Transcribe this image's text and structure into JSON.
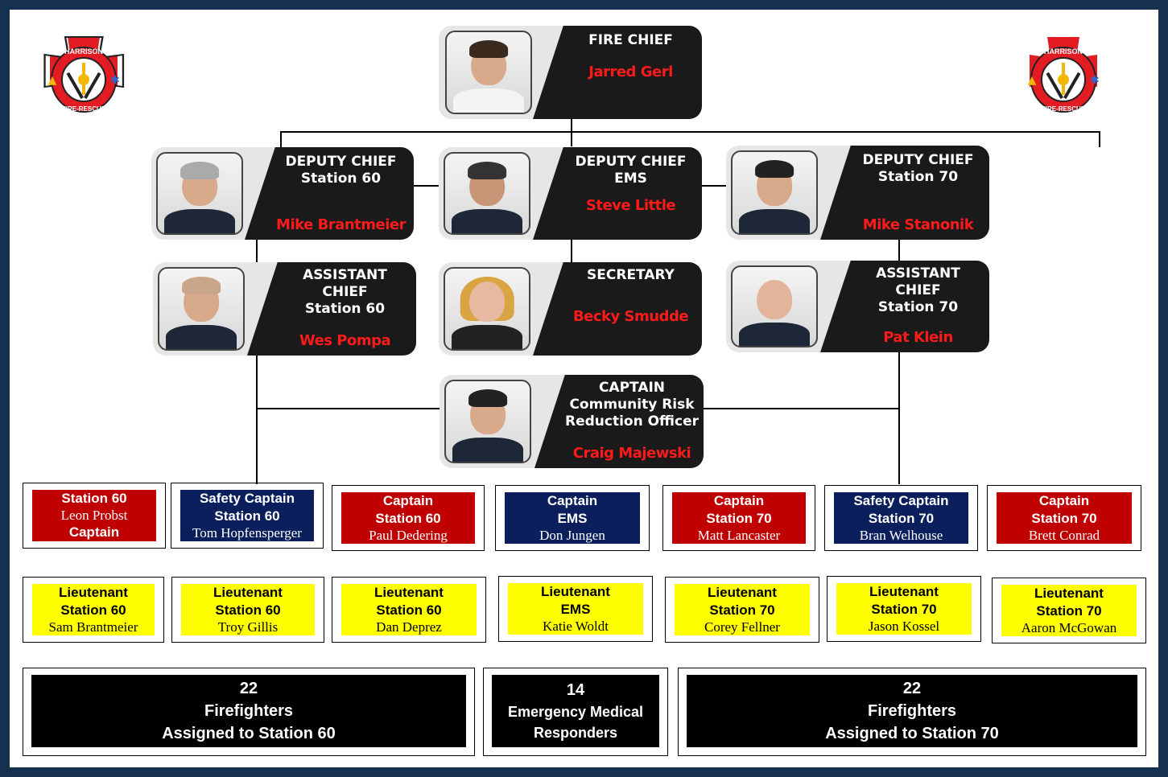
{
  "fire_chief": {
    "title": "FIRE CHIEF",
    "name": "Jarred Gerl"
  },
  "deputy_60": {
    "title1": "DEPUTY CHIEF",
    "title2": "Station 60",
    "name": "Mike Brantmeier"
  },
  "deputy_ems": {
    "title1": "DEPUTY CHIEF",
    "title2": "EMS",
    "name": "Steve Little"
  },
  "deputy_70": {
    "title1": "DEPUTY CHIEF",
    "title2": "Station 70",
    "name": "Mike Stanonik"
  },
  "asst_60": {
    "title1": "ASSISTANT",
    "title2": "CHIEF",
    "title3": "Station 60",
    "name": "Wes Pompa"
  },
  "secretary": {
    "title": "SECRETARY",
    "name": "Becky Smudde"
  },
  "asst_70": {
    "title1": "ASSISTANT",
    "title2": "CHIEF",
    "title3": "Station 70",
    "name": "Pat Klein"
  },
  "captain_crro": {
    "title1": "CAPTAIN",
    "title2": "Community Risk",
    "title3": "Reduction Officer",
    "name": "Craig Majewski"
  },
  "captains_row": [
    {
      "line1": "Station 60",
      "name": "Leon Probst",
      "line3": "Captain"
    },
    {
      "line1": "Safety Captain",
      "line2": "Station 60",
      "name": "Tom Hopfensperger"
    },
    {
      "line1": "Captain",
      "line2": "Station 60",
      "name": "Paul Dedering"
    },
    {
      "line1": "Captain",
      "line2": "EMS",
      "name": "Don Jungen"
    },
    {
      "line1": "Captain",
      "line2": "Station 70",
      "name": "Matt Lancaster"
    },
    {
      "line1": "Safety Captain",
      "line2": "Station 70",
      "name": "Bran Welhouse"
    },
    {
      "line1": "Captain",
      "line2": "Station 70",
      "name": "Brett Conrad"
    }
  ],
  "lieutenants_row": [
    {
      "line1": "Lieutenant",
      "line2": "Station 60",
      "name": "Sam Brantmeier"
    },
    {
      "line1": "Lieutenant",
      "line2": "Station 60",
      "name": "Troy Gillis"
    },
    {
      "line1": "Lieutenant",
      "line2": "Station 60",
      "name": "Dan Deprez"
    },
    {
      "line1": "Lieutenant",
      "line2": "EMS",
      "name": "Katie Woldt"
    },
    {
      "line1": "Lieutenant",
      "line2": "Station 70",
      "name": "Corey Fellner"
    },
    {
      "line1": "Lieutenant",
      "line2": "Station 70",
      "name": "Jason Kossel"
    },
    {
      "line1": "Lieutenant",
      "line2": "Station 70",
      "name": "Aaron McGowan"
    }
  ],
  "bottom_row": [
    {
      "count": "22",
      "line2": "Firefighters",
      "line3": "Assigned to Station 60"
    },
    {
      "count": "14",
      "line2": "Emergency Medical",
      "line3": "Responders"
    },
    {
      "count": "22",
      "line2": "Firefighters",
      "line3": "Assigned to Station 70"
    }
  ],
  "logo": {
    "top_text": "HARRISON",
    "bottom_text": "FIRE-RESCUE"
  },
  "colors": {
    "frame": "#163150",
    "red": "#c00000",
    "navy": "#0a1f5c",
    "yellow": "#ffff00",
    "name_red": "#ff1a1a"
  }
}
